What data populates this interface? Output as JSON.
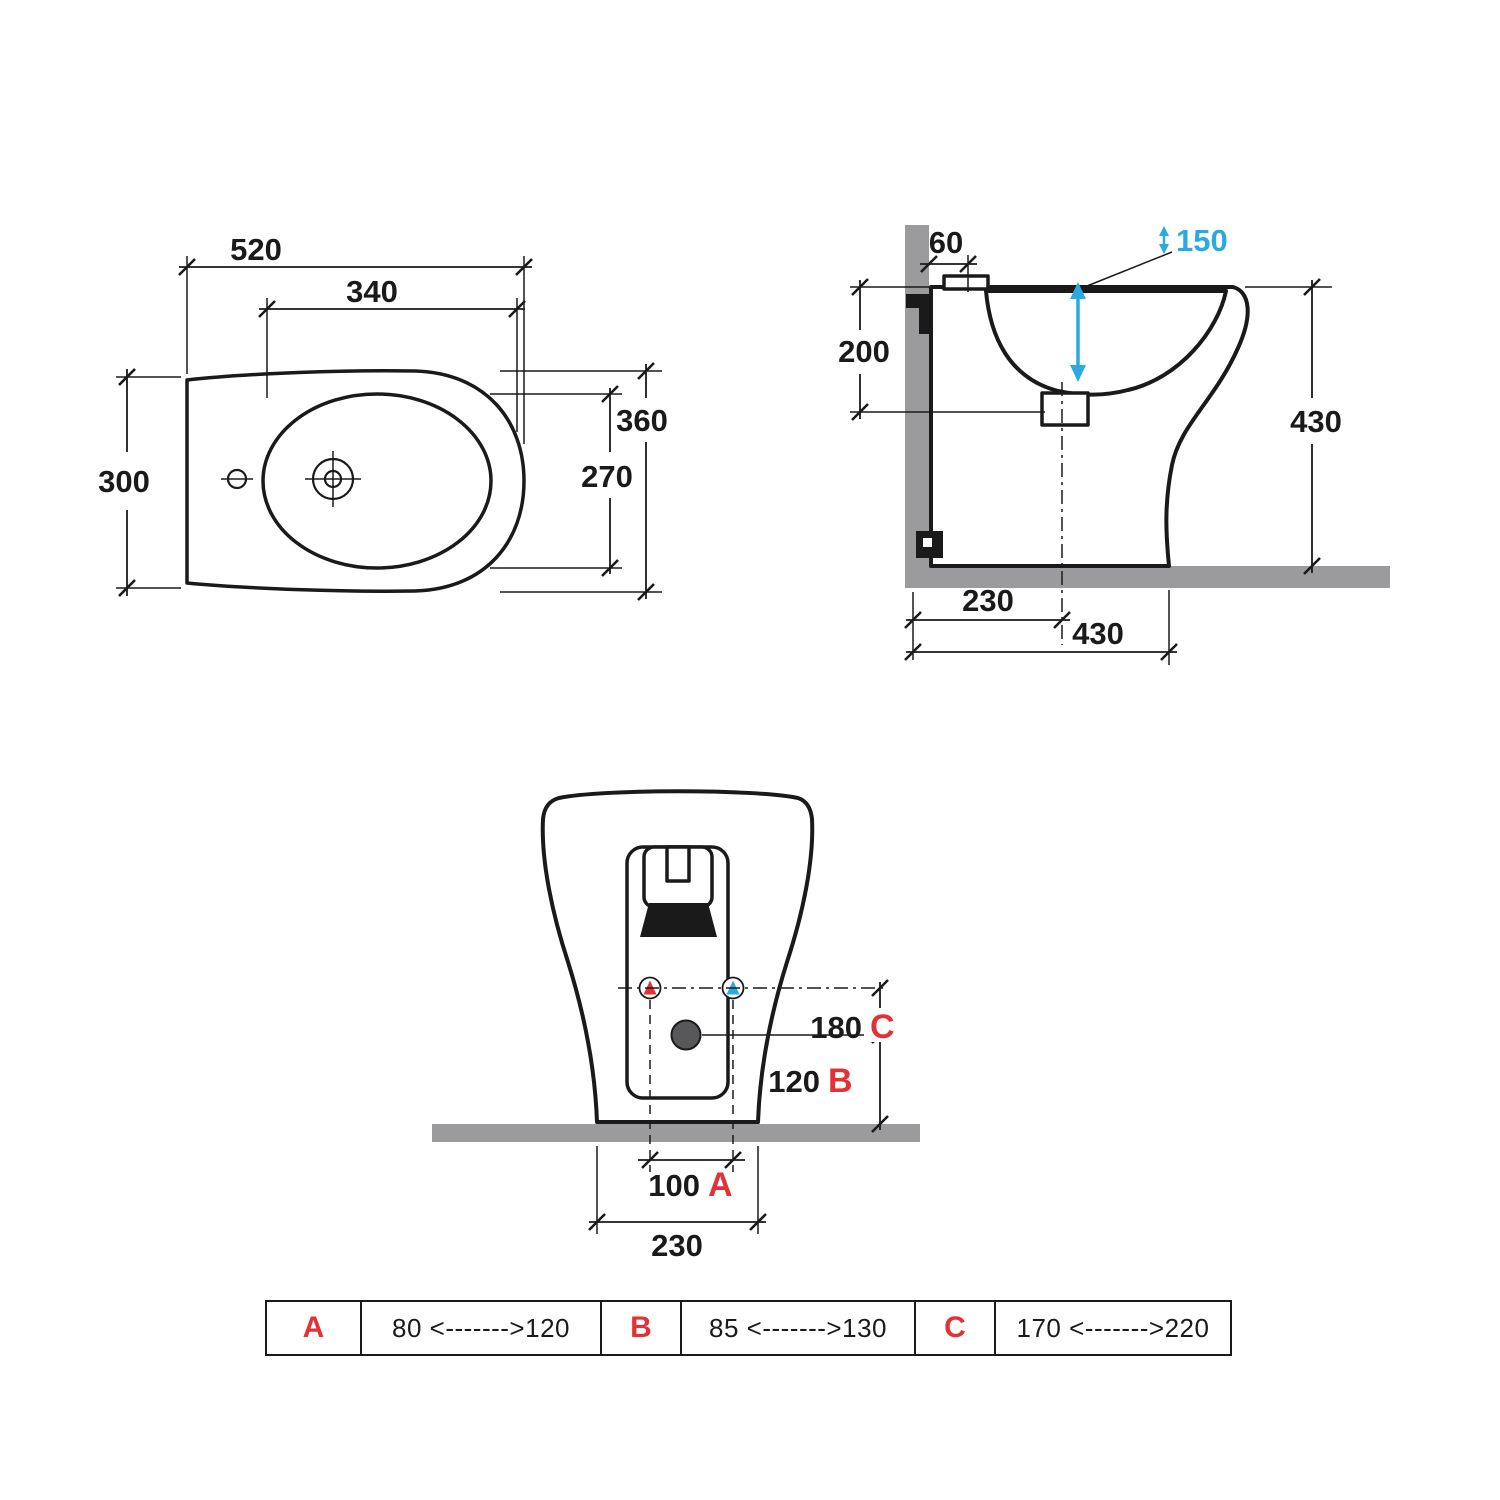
{
  "colors": {
    "line": "#1a1a1a",
    "wall_floor_gray": "#9b9b9d",
    "accent_cyan": "#29abe2",
    "accent_red": "#e23237",
    "drain_gray": "#58585a"
  },
  "plan_view": {
    "dims": {
      "overall_length": "520",
      "bowl_length": "340",
      "rear_width": "300",
      "front_width": "360",
      "bowl_width": "270"
    }
  },
  "side_view": {
    "dims": {
      "tap_offset": "60",
      "water_level": "150",
      "rim_to_waste": "200",
      "height": "430",
      "waste_to_wall": "230",
      "depth": "430"
    }
  },
  "front_view": {
    "dims": {
      "hot_cold_height": "180",
      "hot_cold_key": "C",
      "waste_height": "120",
      "waste_key": "B",
      "hole_spacing": "100",
      "hole_spacing_key": "A",
      "base_depth": "230"
    }
  },
  "table": {
    "cells": [
      {
        "key": "A",
        "range": "80 <------->120"
      },
      {
        "key": "B",
        "range": "85 <------->130"
      },
      {
        "key": "C",
        "range": "170 <------->220"
      }
    ]
  }
}
